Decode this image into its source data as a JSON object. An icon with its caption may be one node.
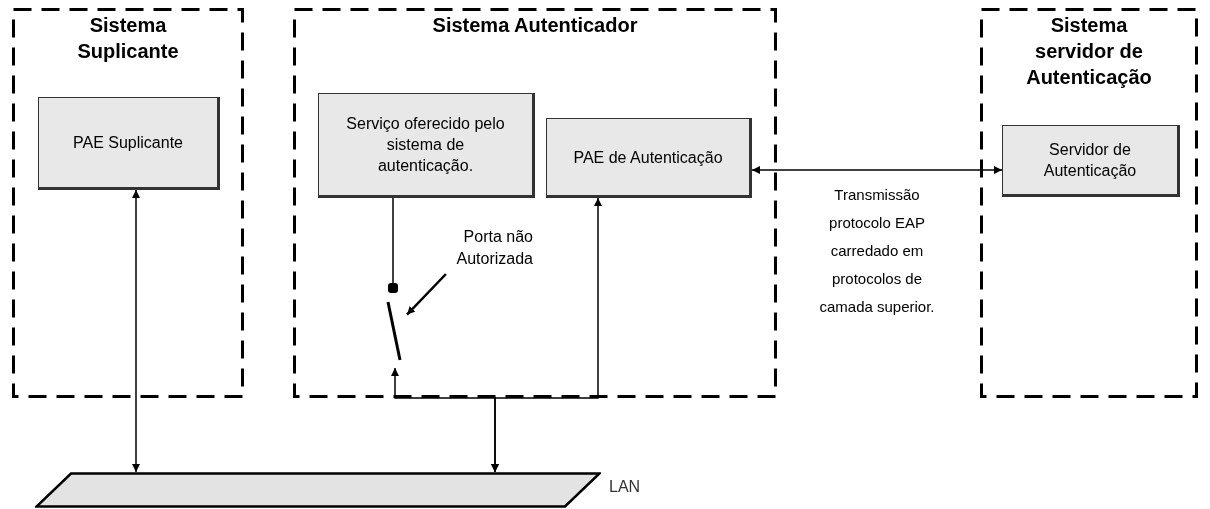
{
  "diagram": {
    "nodes": [
      {
        "text": [
          "Sistema Suplicante"
        ]
      },
      {
        "text": [
          "PAE Suplicante"
        ],
        "in": 0
      },
      {
        "text": [
          "Sistema Autenticador"
        ]
      },
      {
        "text": [
          "Serviço oferecido pelo sistema de autenticação."
        ],
        "in": 2
      },
      {
        "text": [
          "PAE de Autenticação"
        ],
        "in": 2
      },
      {
        "text": [
          "Sistema servidor de Autenticação"
        ]
      },
      {
        "text": [
          "Servidor de Autenticação"
        ],
        "in": 5
      },
      {
        "text": [],
        "shape": "parallelogram",
        "beside": [
          "LAN"
        ]
      },
      {
        "text": [],
        "shape": "switch",
        "in": 2
      },
      {
        "text": [
          "Porta não Autorizada"
        ],
        "in": 2
      }
    ],
    "edges": [
      {
        "from": 1,
        "to": 7,
        "arrow": "both"
      },
      {
        "from": 4,
        "to": 6,
        "arrow": "both",
        "label": "Transmissão protocolo EAP carredado em protocolos de camada superior."
      },
      {
        "from": 3,
        "to": 8,
        "arrow": "other"
      },
      {
        "from": 7,
        "to": 8,
        "arrow": "both"
      },
      {
        "from": 7,
        "to": 4,
        "arrow": "both"
      },
      {
        "from": 9,
        "to": 8,
        "arrow": "to"
      }
    ]
  }
}
